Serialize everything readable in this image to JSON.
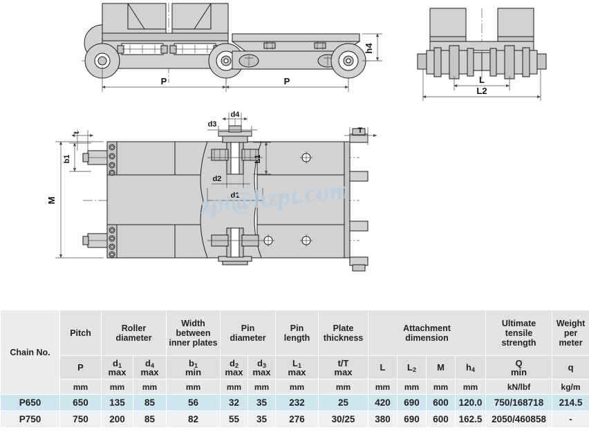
{
  "watermark": "zpt@hzpt.com",
  "drawing": {
    "labels": {
      "pitch_left": "P",
      "pitch_right": "P",
      "h4": "h4",
      "L": "L",
      "L2": "L2",
      "M": "M",
      "t": "t",
      "b1": "b1",
      "d1": "d1",
      "d2": "d2",
      "d3": "d3",
      "d4": "d4",
      "L1": "L1",
      "T": "T"
    }
  },
  "table": {
    "group_headers": [
      {
        "label": "Chain No.",
        "rowspan": 3,
        "colspan": 1
      },
      {
        "label": "Pitch",
        "colspan": 1
      },
      {
        "label": "Roller\ndiameter",
        "colspan": 2
      },
      {
        "label": "Width\nbetween\ninner plates",
        "colspan": 1
      },
      {
        "label": "Pin\ndiameter",
        "colspan": 2
      },
      {
        "label": "Pin\nlength",
        "colspan": 1
      },
      {
        "label": "Plate\nthickness",
        "colspan": 1
      },
      {
        "label": "Attachment\ndimension",
        "colspan": 4
      },
      {
        "label": "Ultimate\ntensile\nstrength",
        "colspan": 1
      },
      {
        "label": "Weight\nper\nmeter",
        "colspan": 1
      }
    ],
    "symbol_row": [
      {
        "sym": "P",
        "subscript": "",
        "qual": ""
      },
      {
        "sym": "d",
        "subscript": "1",
        "qual": "max"
      },
      {
        "sym": "d",
        "subscript": "4",
        "qual": "max"
      },
      {
        "sym": "b",
        "subscript": "1",
        "qual": "min"
      },
      {
        "sym": "d",
        "subscript": "2",
        "qual": "max"
      },
      {
        "sym": "d",
        "subscript": "3",
        "qual": "max"
      },
      {
        "sym": "L",
        "subscript": "1",
        "qual": "max"
      },
      {
        "sym": "t/T",
        "subscript": "",
        "qual": "max"
      },
      {
        "sym": "L",
        "subscript": "",
        "qual": ""
      },
      {
        "sym": "L",
        "subscript": "2",
        "qual": ""
      },
      {
        "sym": "M",
        "subscript": "",
        "qual": ""
      },
      {
        "sym": "h",
        "subscript": "4",
        "qual": ""
      },
      {
        "sym": "Q",
        "subscript": "",
        "qual": "min"
      },
      {
        "sym": "q",
        "subscript": "",
        "qual": ""
      }
    ],
    "unit_row": [
      "mm",
      "mm",
      "mm",
      "mm",
      "mm",
      "mm",
      "mm",
      "mm",
      "mm",
      "mm",
      "mm",
      "mm",
      "kN/lbf",
      "kg/m"
    ],
    "rows": [
      {
        "chain_no": "P650",
        "values": [
          "650",
          "135",
          "85",
          "56",
          "32",
          "35",
          "232",
          "25",
          "420",
          "690",
          "600",
          "120.0",
          "750/168718",
          "214.5"
        ]
      },
      {
        "chain_no": "P750",
        "values": [
          "750",
          "200",
          "85",
          "82",
          "55",
          "35",
          "276",
          "30/25",
          "380",
          "690",
          "600",
          "162.5",
          "2050/460858",
          "-"
        ]
      }
    ]
  }
}
